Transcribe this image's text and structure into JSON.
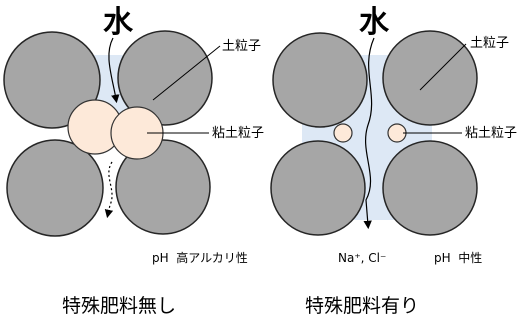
{
  "panels": [
    {
      "water_label": "水",
      "soil_label": "土粒子",
      "clay_label": "粘土粒子",
      "ph_label": "pH  高アルカリ性",
      "caption": "特殊肥料無し"
    },
    {
      "water_label": "水",
      "soil_label": "土粒子",
      "clay_label": "粘土粒子",
      "ions_label": "Na⁺, Cl⁻",
      "ph_label": "pH  中性",
      "caption": "特殊肥料有り"
    }
  ],
  "colors": {
    "soil_particle": "#a6a6a6",
    "clay_particle": "#fde9d9",
    "water_zone": "#dde8f5"
  }
}
